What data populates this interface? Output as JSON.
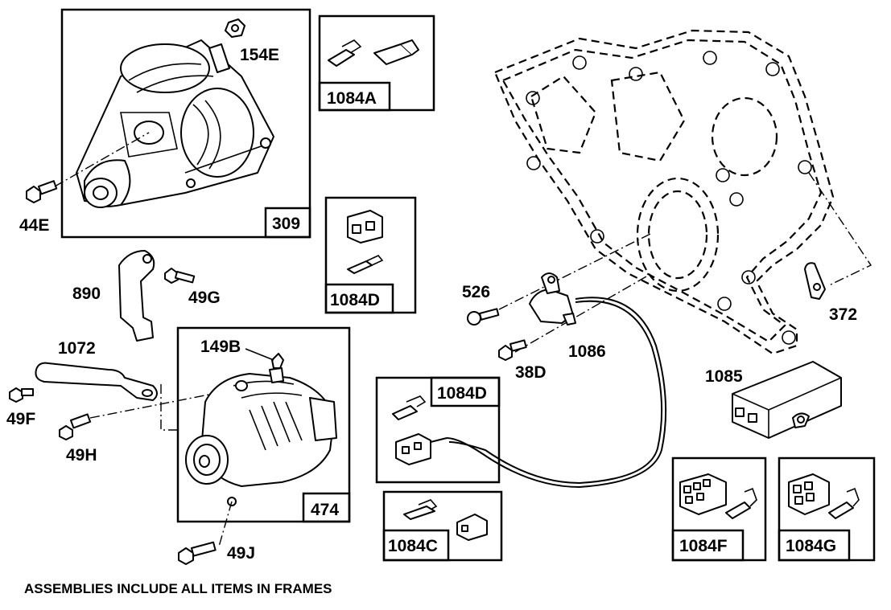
{
  "labels": {
    "p154E": "154E",
    "p44E": "44E",
    "p309": "309",
    "p1084A": "1084A",
    "p1084D_top": "1084D",
    "p890": "890",
    "p49G": "49G",
    "p1072": "1072",
    "p149B": "149B",
    "p49F": "49F",
    "p49H": "49H",
    "p474": "474",
    "p49J": "49J",
    "p526": "526",
    "p38D": "38D",
    "p1086": "1086",
    "p372": "372",
    "p1085": "1085",
    "p1084D_mid": "1084D",
    "p1084C": "1084C",
    "p1084F": "1084F",
    "p1084G": "1084G"
  },
  "note": "ASSEMBLIES INCLUDE ALL ITEMS IN FRAMES",
  "colors": {
    "line": "#000000",
    "background": "#ffffff"
  }
}
